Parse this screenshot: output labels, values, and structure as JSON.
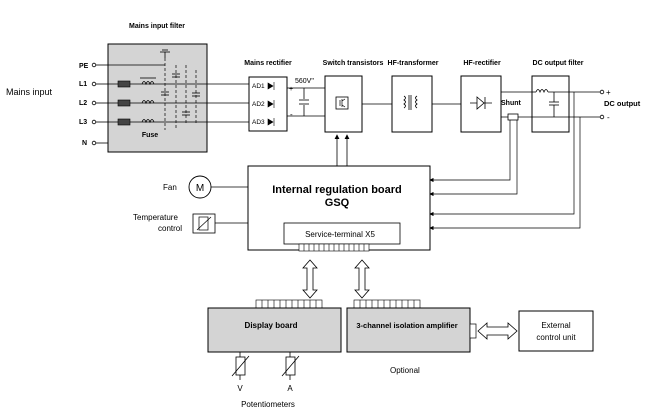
{
  "labels": {
    "mains_input_filter": "Mains input filter",
    "mains_input": "Mains input",
    "pe": "PE",
    "l1": "L1",
    "l2": "L2",
    "l3": "L3",
    "n": "N",
    "fuse": "Fuse",
    "mains_rectifier": "Mains rectifier",
    "ad1": "AD1",
    "ad2": "AD2",
    "ad3": "AD3",
    "voltage": "560V\"",
    "plus": "+",
    "minus": "-",
    "switch_transistors": "Switch transistors",
    "hf_transformer": "HF-transformer",
    "hf_rectifier": "HF-rectifier",
    "dc_output_filter": "DC output filter",
    "shunt": "Shunt",
    "dc_output": "DC output",
    "out_plus": "+",
    "out_minus": "-",
    "fan": "Fan",
    "fan_motor": "M",
    "temperature_control_line1": "Temperature",
    "temperature_control_line2": "control",
    "regulation_board_line1": "Internal regulation board",
    "regulation_board_line2": "GSQ",
    "service_terminal": "Service-terminal X5",
    "display_board": "Display board",
    "isolation_amplifier": "3-channel isolation amplifier",
    "external_control_unit_line1": "External",
    "external_control_unit_line2": "control unit",
    "optional": "Optional",
    "pot_v": "V",
    "pot_a": "A",
    "potentiometers": "Potentiometers"
  }
}
